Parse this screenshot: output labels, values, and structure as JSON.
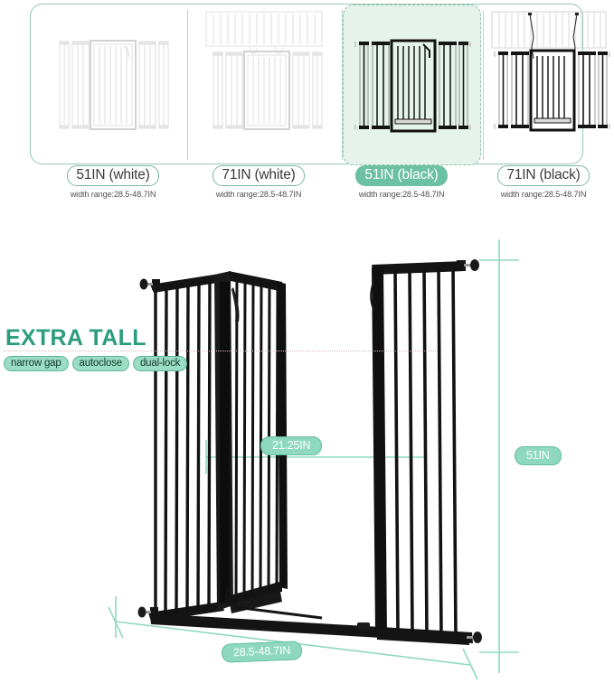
{
  "variant_selector": {
    "options": [
      {
        "id": "51in-white",
        "label": "51IN (white)",
        "sub": "width range:28.5-48.7IN",
        "color": "white",
        "height_in": 51,
        "selected": false
      },
      {
        "id": "71in-white",
        "label": "71IN (white)",
        "sub": "width range:28.5-48.7IN",
        "color": "white",
        "height_in": 71,
        "selected": false
      },
      {
        "id": "51in-black",
        "label": "51IN (black)",
        "sub": "width range:28.5-48.7IN",
        "color": "black",
        "height_in": 51,
        "selected": true
      },
      {
        "id": "71in-black",
        "label": "71IN (black)",
        "sub": "width range:28.5-48.7IN",
        "color": "black",
        "height_in": 71,
        "selected": false
      }
    ]
  },
  "headline": {
    "title": "EXTRA TALL",
    "tags": [
      "narrow gap",
      "autoclose",
      "dual-lock"
    ]
  },
  "dimensions": {
    "door_width": "21.25IN",
    "gate_height": "51IN",
    "width_range": "28.5-48.7IN"
  },
  "colors": {
    "accent": "#6cc0a4",
    "accent_line": "#8fd8c0",
    "accent_dark": "#2a9d7c",
    "card_border": "#97c7b5",
    "selected_bg": "#e6f2ec",
    "tag_bg": "#9adcc4",
    "product_black": "#121212",
    "product_white": "#f2f2f2"
  }
}
